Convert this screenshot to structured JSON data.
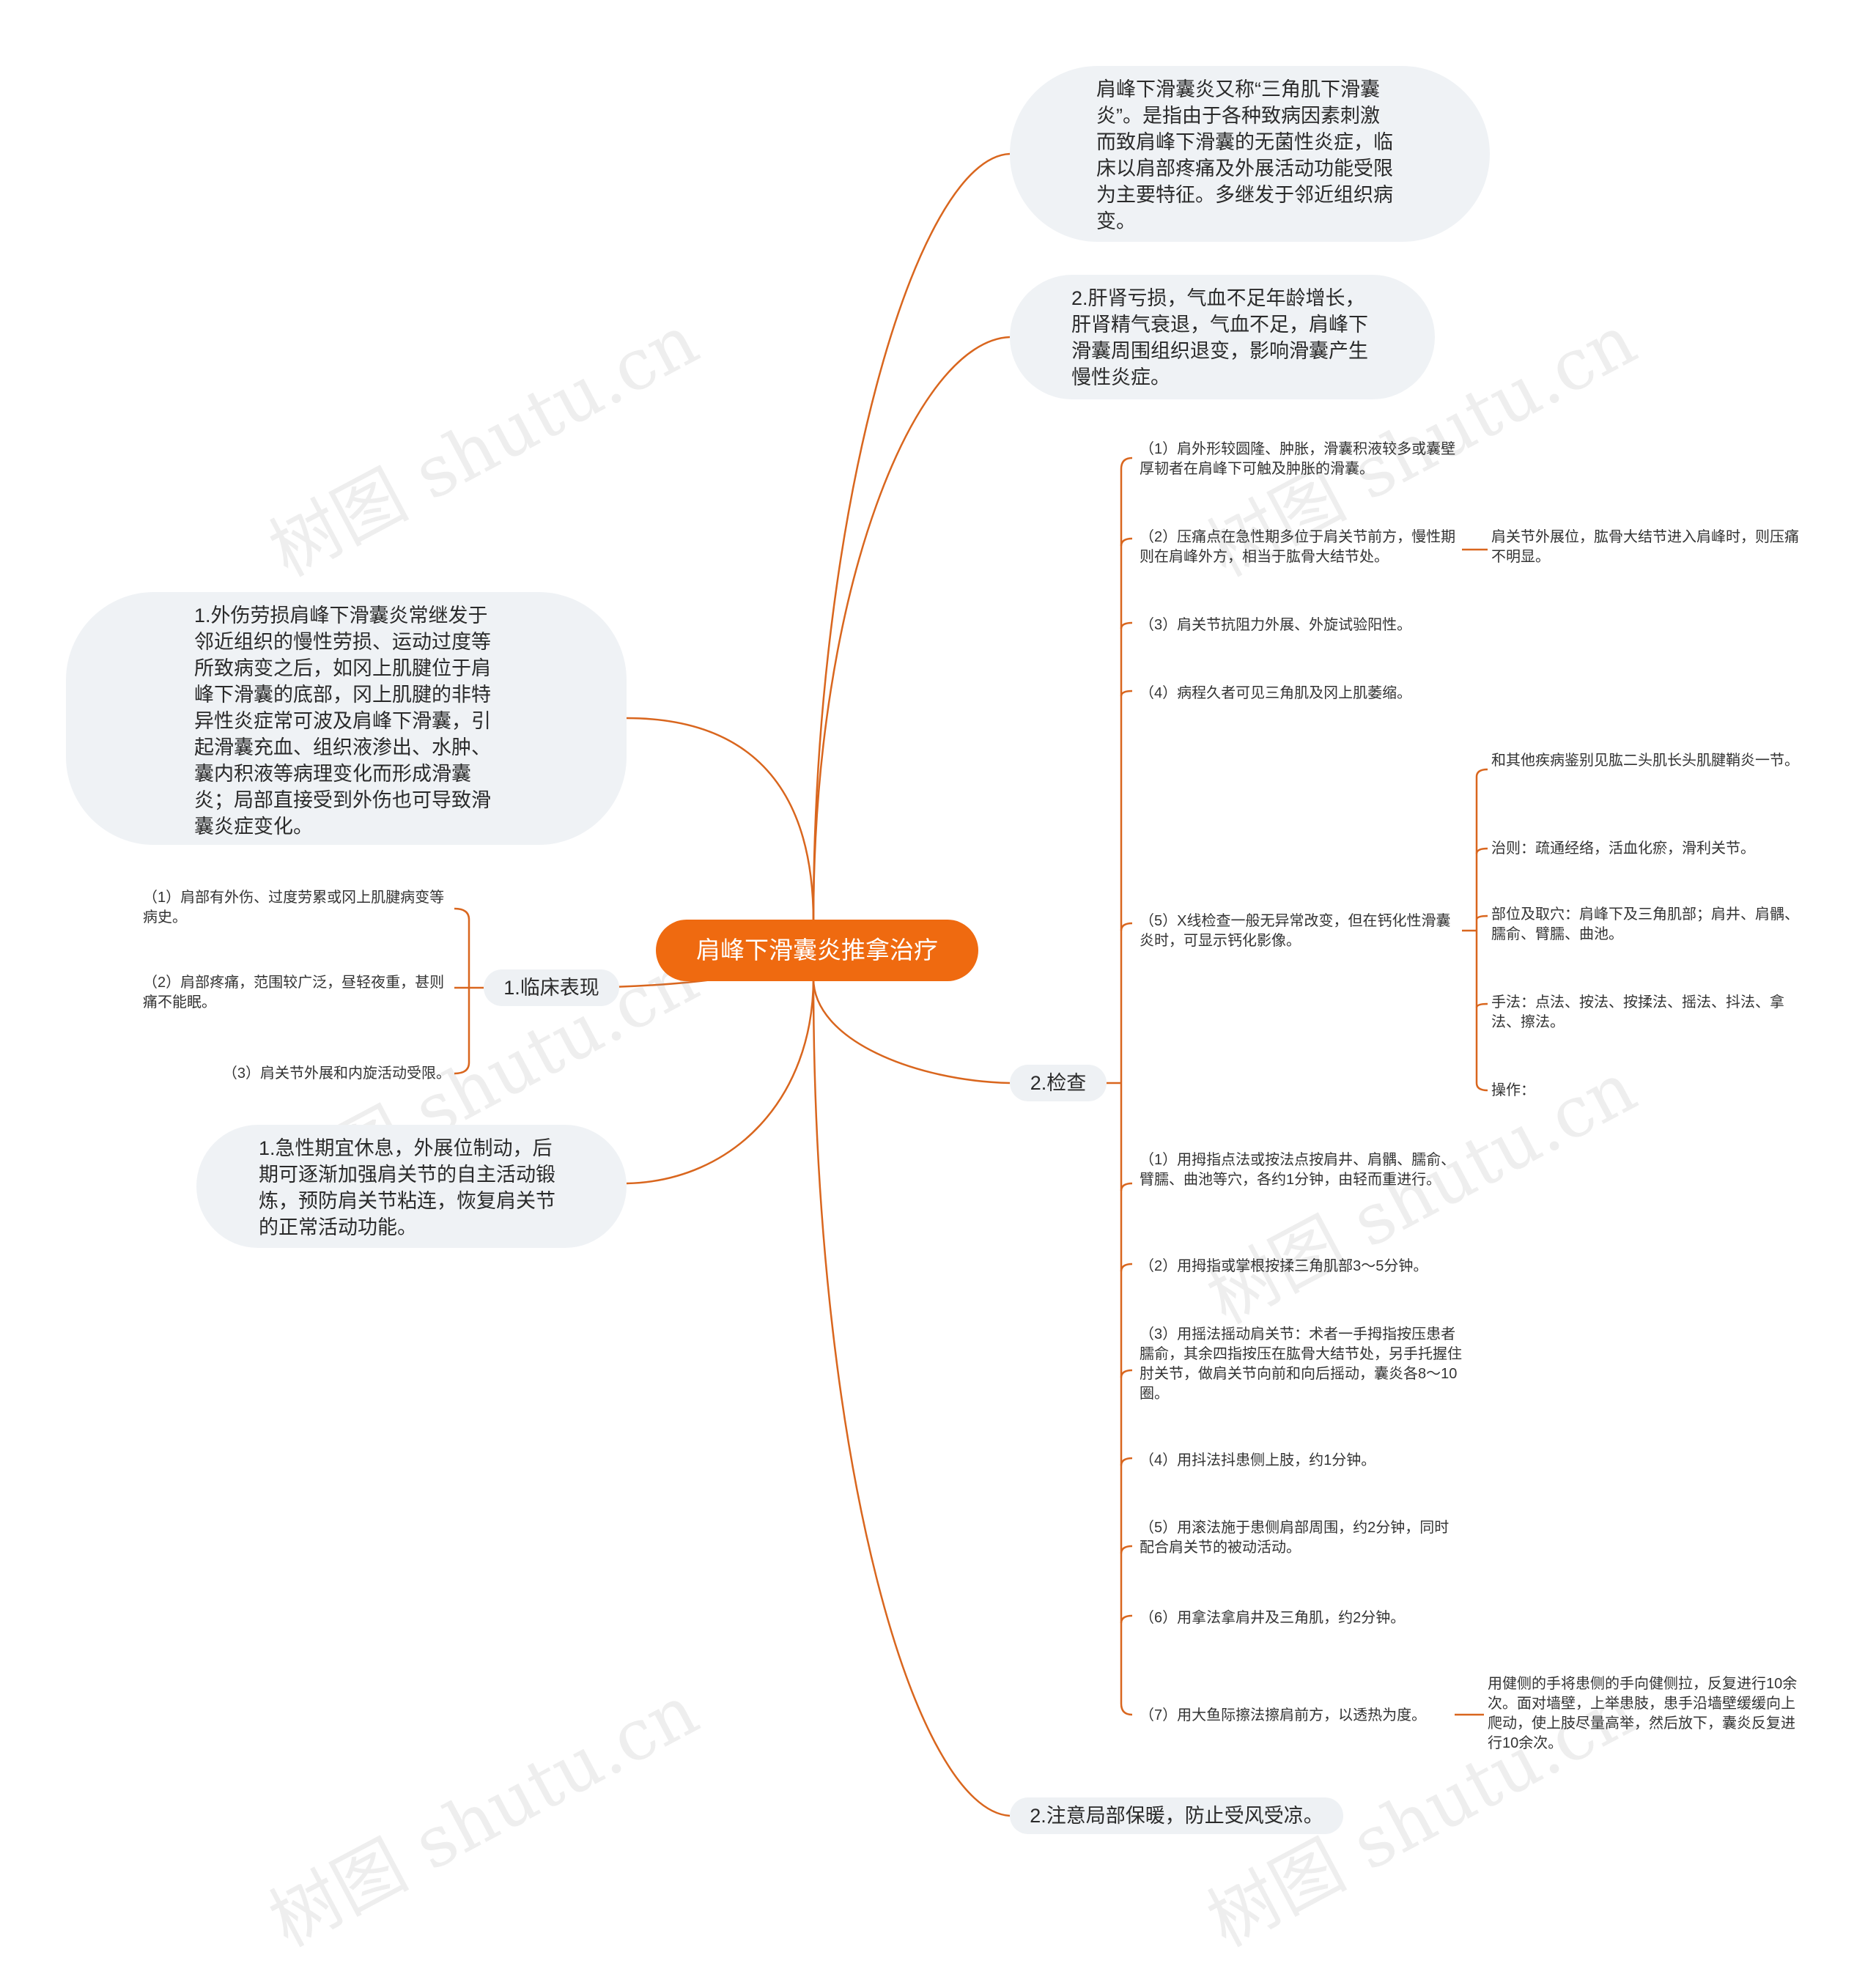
{
  "colors": {
    "accent": "#ef6a10",
    "line": "#d9661e",
    "bubble_bg": "#eff2f5"
  },
  "watermark": "树图 shutu.cn",
  "root": "肩峰下滑囊炎推拿治疗",
  "right": {
    "definition": "肩峰下滑囊炎又称“三角肌下滑囊炎”。是指由于各种致病因素刺激而致肩峰下滑囊的无菌性炎症，临床以肩部疼痛及外展活动功能受限为主要特征。多继发于邻近组织病变。",
    "cause2": "2.肝肾亏损，气血不足年龄增长，肝肾精气衰退，气血不足，肩峰下滑囊周围组织退变，影响滑囊产生慢性炎症。",
    "exam": {
      "label": "2.检查",
      "items": [
        "（1）肩外形较圆隆、肿胀，滑囊积液较多或囊壁厚韧者在肩峰下可触及肿胀的滑囊。",
        "（2）压痛点在急性期多位于肩关节前方，慢性期则在肩峰外方，相当于肱骨大结节处。",
        "（3）肩关节抗阻力外展、外旋试验阳性。",
        "（4）病程久者可见三角肌及冈上肌萎缩。",
        "（5）X线检查一般无异常改变，但在钙化性滑囊炎时，可显示钙化影像。",
        "（1）用拇指点法或按法点按肩井、肩髃、臑俞、臂臑、曲池等穴，各约1分钟，由轻而重进行。",
        "（2）用拇指或掌根按揉三角肌部3～5分钟。",
        "（3）用摇法摇动肩关节：术者一手拇指按压患者臑俞，其余四指按压在肱骨大结节处，另手托握住肘关节，做肩关节向前和向后摇动，囊炎各8～10圈。",
        "（4）用抖法抖患侧上肢，约1分钟。",
        "（5）用滚法施于患侧肩部周围，约2分钟，同时配合肩关节的被动活动。",
        "（6）用拿法拿肩井及三角肌，约2分钟。",
        "（7）用大鱼际擦法擦肩前方，以透热为度。"
      ],
      "pressure_child": "肩关节外展位，肱骨大结节进入肩峰时，则压痛不明显。",
      "xray_children": [
        "和其他疾病鉴别见肱二头肌长头肌腱鞘炎一节。",
        "治则：疏通经络，活血化瘀，滑利关节。",
        "部位及取穴：肩峰下及三角肌部；肩井、肩髃、臑俞、臂臑、曲池。",
        "手法：点法、按法、按揉法、摇法、抖法、拿法、擦法。",
        "操作："
      ],
      "rub_child": "用健侧的手将患侧的手向健侧拉，反复进行10余次。面对墙壁，上举患肢，患手沿墙壁缓缓向上爬动，使上肢尽量高举，然后放下，囊炎反复进行10余次。"
    },
    "note": "2.注意局部保暖，防止受风受凉。"
  },
  "left": {
    "cause1": "1.外伤劳损肩峰下滑囊炎常继发于邻近组织的慢性劳损、运动过度等所致病变之后，如冈上肌腱位于肩峰下滑囊的底部，冈上肌腱的非特异性炎症常可波及肩峰下滑囊，引起滑囊充血、组织液渗出、水肿、囊内积液等病理变化而形成滑囊炎；局部直接受到外伤也可导致滑囊炎症变化。",
    "clinical": {
      "label": "1.临床表现",
      "items": [
        "（1）肩部有外伤、过度劳累或冈上肌腱病变等病史。",
        "（2）肩部疼痛，范围较广泛，昼轻夜重，甚则痛不能眠。",
        "（3）肩关节外展和内旋活动受限。"
      ]
    },
    "rest": "1.急性期宜休息，外展位制动，后期可逐渐加强肩关节的自主活动锻炼，预防肩关节粘连，恢复肩关节的正常活动功能。"
  }
}
